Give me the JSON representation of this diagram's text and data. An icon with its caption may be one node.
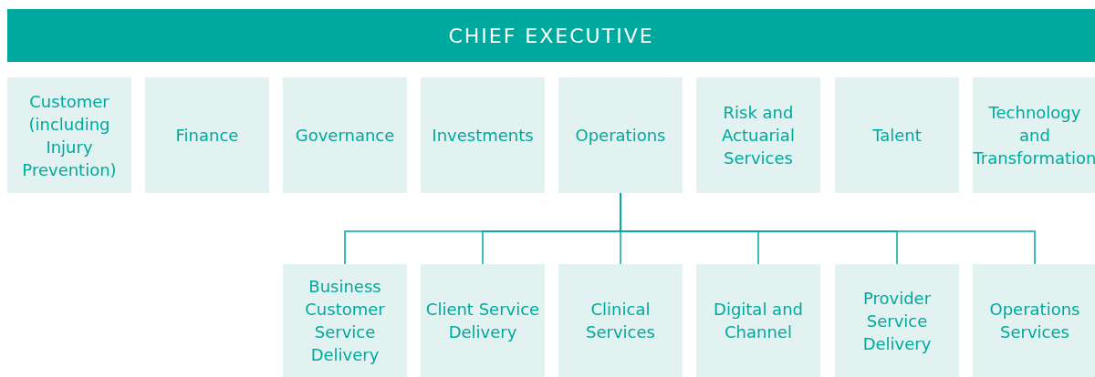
{
  "diagram": {
    "nodes": [
      {
        "text": [
          "CHIEF EXECUTIVE"
        ]
      },
      {
        "text": [
          "Customer (including Injury Prevention)"
        ]
      },
      {
        "text": [
          "Finance"
        ]
      },
      {
        "text": [
          "Governance"
        ]
      },
      {
        "text": [
          "Investments"
        ]
      },
      {
        "text": [
          "Operations"
        ]
      },
      {
        "text": [
          "Risk and Actuarial Services"
        ]
      },
      {
        "text": [
          "Talent"
        ]
      },
      {
        "text": [
          "Technology and Transformation"
        ]
      },
      {
        "text": [
          "Business Customer Service Delivery"
        ]
      },
      {
        "text": [
          "Client Service Delivery"
        ]
      },
      {
        "text": [
          "Clinical Services"
        ]
      },
      {
        "text": [
          "Digital and Channel"
        ]
      },
      {
        "text": [
          "Provider Service Delivery"
        ]
      },
      {
        "text": [
          "Operations Services"
        ]
      }
    ],
    "edges": [
      {
        "from": 5,
        "to": 9,
        "arrow": "none"
      },
      {
        "from": 5,
        "to": 10,
        "arrow": "none"
      },
      {
        "from": 5,
        "to": 11,
        "arrow": "none"
      },
      {
        "from": 5,
        "to": 12,
        "arrow": "none"
      },
      {
        "from": 5,
        "to": 13,
        "arrow": "none"
      },
      {
        "from": 5,
        "to": 14,
        "arrow": "none"
      }
    ]
  }
}
